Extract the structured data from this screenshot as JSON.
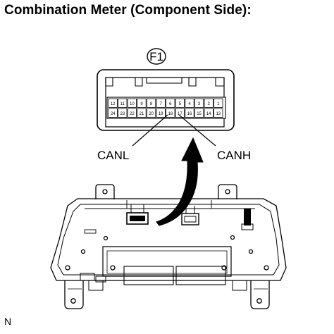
{
  "title": "Combination Meter (Component Side):",
  "connector": {
    "id": "F1",
    "top_row_pins": [
      "12",
      "11",
      "10",
      "9",
      "8",
      "7",
      "6",
      "5",
      "4",
      "3",
      "2",
      "1"
    ],
    "bottom_row_pins": [
      "24",
      "23",
      "22",
      "21",
      "20",
      "19",
      "18",
      "17",
      "16",
      "15",
      "14",
      "13"
    ]
  },
  "labels": {
    "canl": "CANL",
    "canh": "CANH"
  },
  "figure_code": "N"
}
